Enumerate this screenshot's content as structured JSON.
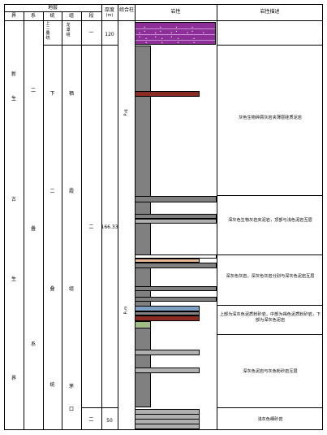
{
  "header": {
    "group_title": "地层",
    "jie": "界",
    "xi": "系",
    "tong": "统",
    "zu": "组",
    "duan": "段",
    "thickness_label": "厚度",
    "thickness_unit": "(m)",
    "column_label": "综合柱",
    "lithology_label": "岩性",
    "description_label": "岩性描述"
  },
  "strata": {
    "jie": [
      "新",
      "生",
      "古",
      "生",
      "界"
    ],
    "xi": [
      "二",
      "叠",
      "系"
    ],
    "tong_top": "上二叠统",
    "tong_main": [
      "下",
      "二",
      "叠",
      "统"
    ],
    "zu_top": "龙潭组",
    "zu_main": [
      "栖",
      "霞",
      "组",
      "茅",
      "口"
    ],
    "duan": [
      "一",
      "二",
      "二"
    ],
    "thickness": [
      "120",
      "166.33",
      "50"
    ],
    "column_marks": [
      "P₁q",
      "P₁m"
    ]
  },
  "descriptions": [
    "灰色生物碎屑灰岩夹薄层硅质泥岩",
    "深灰色生物灰岩夹泥岩，顶部与浅色泥岩互层",
    "深灰色灰岩，深灰色灰岩分别与深灰色泥岩互层",
    "上部为深灰色泥质粉砂岩，中部为褐色泥质粉砂岩，下部为深灰色泥岩",
    "深灰色泥岩与灰色粉砂岩互层",
    "浅灰色细砂岩"
  ],
  "colors": {
    "limestone": "#808080",
    "purple": "#8e2e99",
    "red": "#8b2b24",
    "peach": "#e6b896",
    "blue": "#7f9fc4",
    "green": "#9fbd84",
    "tan": "#d7c69c"
  }
}
